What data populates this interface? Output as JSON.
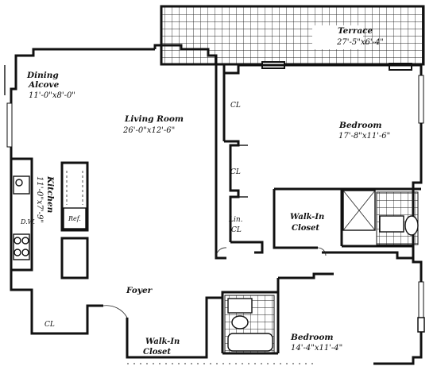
{
  "plan": {
    "rooms": {
      "terrace": {
        "name": "Terrace",
        "size": "27'-5\"x6'-4\""
      },
      "dining": {
        "name_line1": "Dining",
        "name_line2": "Alcove",
        "size": "11'-0\"x8'-0\""
      },
      "living": {
        "name": "Living Room",
        "size": "26'-0\"x12'-6\""
      },
      "bedroom_main": {
        "name": "Bedroom",
        "size": "17'-8\"x11'-6\""
      },
      "kitchen": {
        "name": "Kitchen",
        "size": "11'-0\"x7'-9\""
      },
      "walkin_1": {
        "name_line1": "Walk-In",
        "name_line2": "Closet"
      },
      "walkin_2": {
        "name_line1": "Walk-In",
        "name_line2": "Closet"
      },
      "bedroom_second": {
        "name": "Bedroom",
        "size": "14'-4\"x11'-4\""
      },
      "foyer": {
        "name": "Foyer"
      }
    },
    "closets": {
      "cl_1": "CL",
      "cl_2": "CL",
      "lin": "Lin.",
      "lin_cl": "CL",
      "cl_kitchen": "CL"
    },
    "appliances": {
      "dishwasher": "D.W.",
      "refrigerator": "Ref."
    }
  }
}
